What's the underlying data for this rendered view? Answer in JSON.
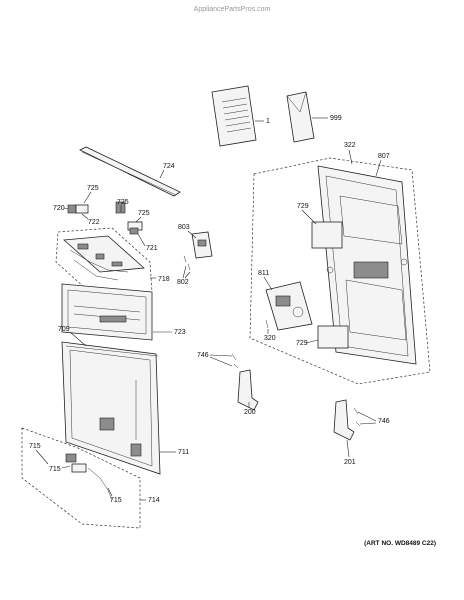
{
  "watermark": "AppliancePartsPros.com",
  "art_number": "(ART NO. WD8489 C22)",
  "callouts": {
    "c1": "1",
    "c999": "999",
    "c322": "322",
    "c807": "807",
    "c724": "724",
    "c725a": "725",
    "c725b": "725",
    "c725c": "725",
    "c720": "720",
    "c722": "722",
    "c729a": "729",
    "c729b": "729",
    "c721": "721",
    "c803": "803",
    "c802": "802",
    "c718": "718",
    "c811": "811",
    "c320": "320",
    "c723": "723",
    "c709": "709",
    "c746a": "746",
    "c746b": "746",
    "c200": "200",
    "c201": "201",
    "c711": "711",
    "c715a": "715",
    "c715b": "715",
    "c715c": "715",
    "c714": "714"
  }
}
